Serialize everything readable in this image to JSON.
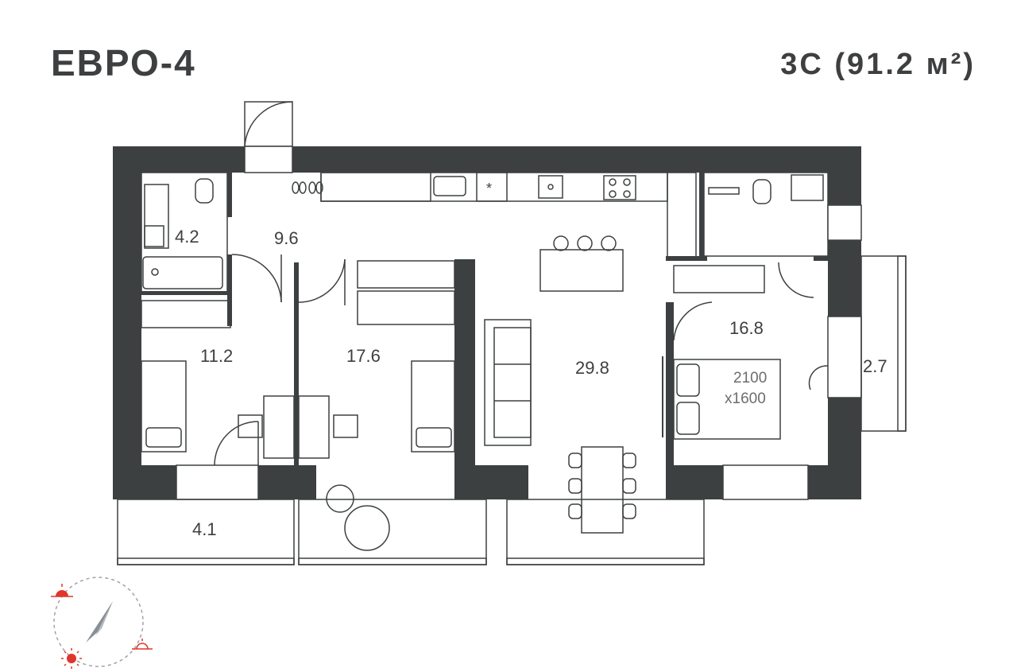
{
  "header": {
    "title": "ЕВРО-4",
    "subtitle": "3С  (91.2 м²)"
  },
  "rooms": [
    {
      "id": "bathroom",
      "area": "4.2"
    },
    {
      "id": "hallway",
      "area": "9.6"
    },
    {
      "id": "bedroom-small",
      "area": "11.2"
    },
    {
      "id": "bedroom-middle",
      "area": "17.6"
    },
    {
      "id": "living-kitchen",
      "area": "29.8"
    },
    {
      "id": "master-bedroom",
      "area": "16.8"
    },
    {
      "id": "balcony-right",
      "area": "2.7"
    },
    {
      "id": "loggia-left",
      "area": "4.1"
    }
  ],
  "bed": {
    "size_line1": "2100",
    "size_line2": "x1600"
  },
  "colors": {
    "wall": "#3d4041",
    "sun": "#e0352b",
    "compass": "#8a8f94"
  },
  "icons": [
    "compass-icon",
    "sunrise-icon",
    "sun-icon",
    "sunset-icon",
    "door-icon",
    "window-icon"
  ]
}
